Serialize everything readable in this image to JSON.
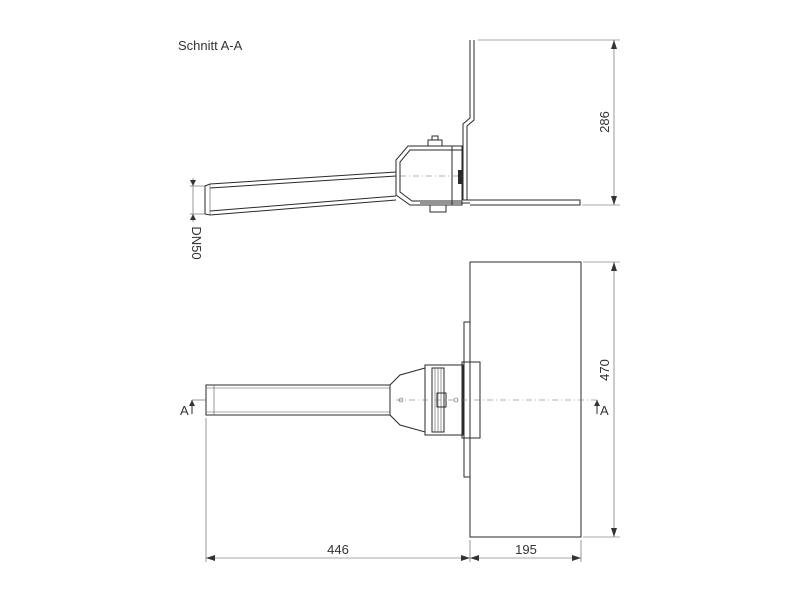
{
  "section_title": "Schnitt A-A",
  "dimensions": {
    "height_upper": "286",
    "height_lower": "470",
    "length_pipe": "446",
    "width_plate": "195",
    "pipe_dn": "DN50"
  },
  "section_marks": {
    "left": "A",
    "right": "A"
  },
  "colors": {
    "line": "#2a2a2a",
    "text": "#333333",
    "background": "#ffffff"
  }
}
